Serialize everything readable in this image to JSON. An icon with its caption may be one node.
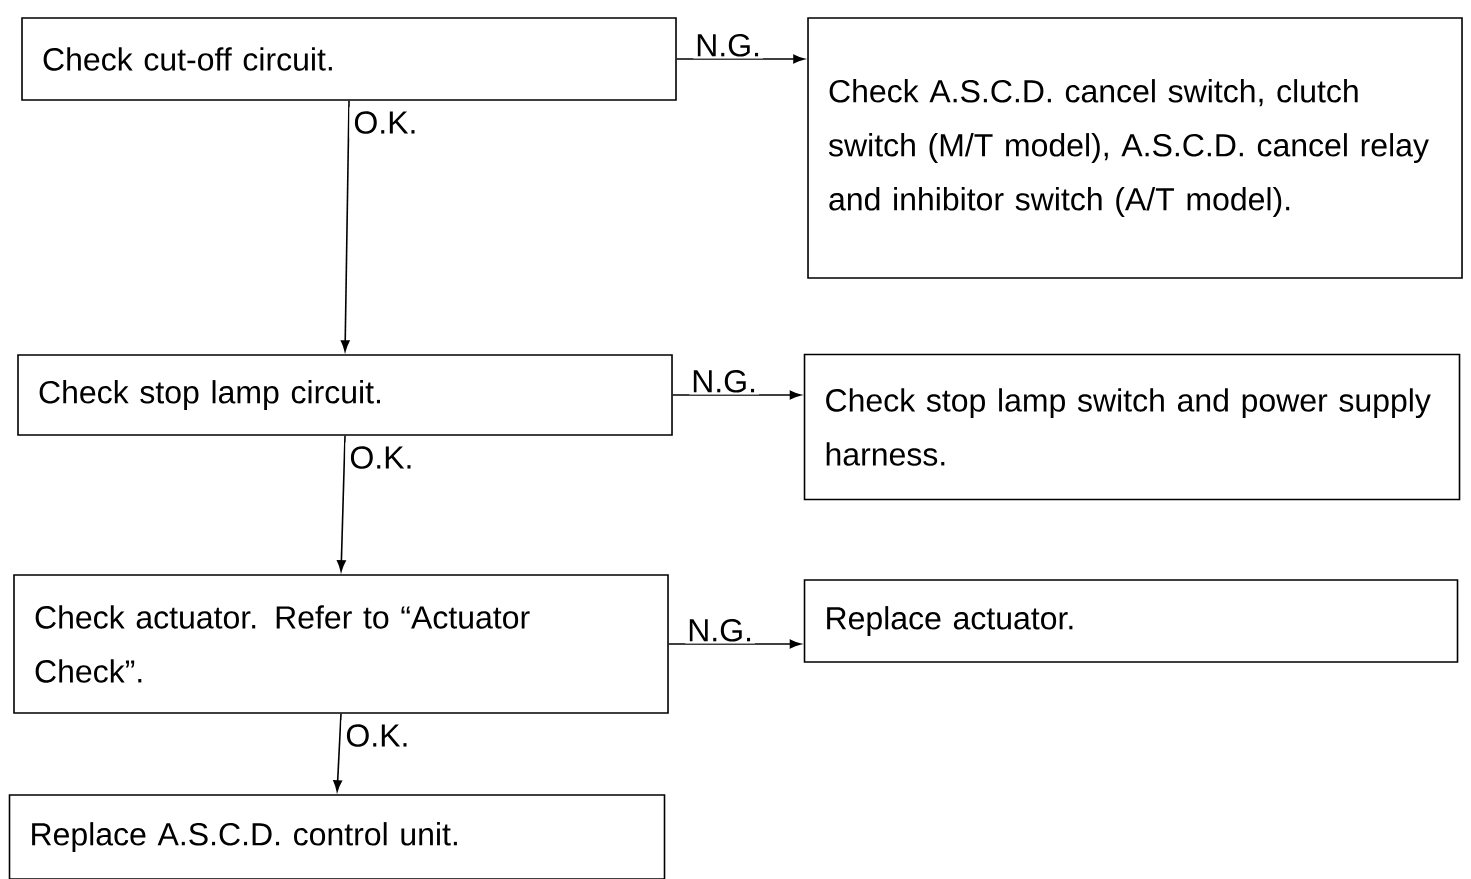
{
  "diagram": {
    "nodes": [
      {
        "text": [
          "Check cut-off circuit."
        ]
      },
      {
        "text": [
          "Check A.S.C.D. cancel switch, clutch switch (M/T model), A.S.C.D. cancel relay and inhibitor switch (A/T model)."
        ]
      },
      {
        "text": [
          "Check stop lamp circuit."
        ]
      },
      {
        "text": [
          "Check stop lamp switch and power supply harness."
        ]
      },
      {
        "text": [
          "Check actuator. Refer to “Actuator Check”."
        ]
      },
      {
        "text": [
          "Replace actuator."
        ]
      },
      {
        "text": [
          "Replace A.S.C.D. control unit."
        ]
      }
    ],
    "edges": [
      {
        "from": 0,
        "to": 1,
        "arrow": "to",
        "label": "N.G."
      },
      {
        "from": 0,
        "to": 2,
        "arrow": "to",
        "label": "O.K."
      },
      {
        "from": 2,
        "to": 3,
        "arrow": "to",
        "label": "N.G."
      },
      {
        "from": 2,
        "to": 4,
        "arrow": "to",
        "label": "O.K."
      },
      {
        "from": 4,
        "to": 5,
        "arrow": "to",
        "label": "N.G."
      },
      {
        "from": 4,
        "to": 6,
        "arrow": "to",
        "label": "O.K."
      }
    ]
  }
}
